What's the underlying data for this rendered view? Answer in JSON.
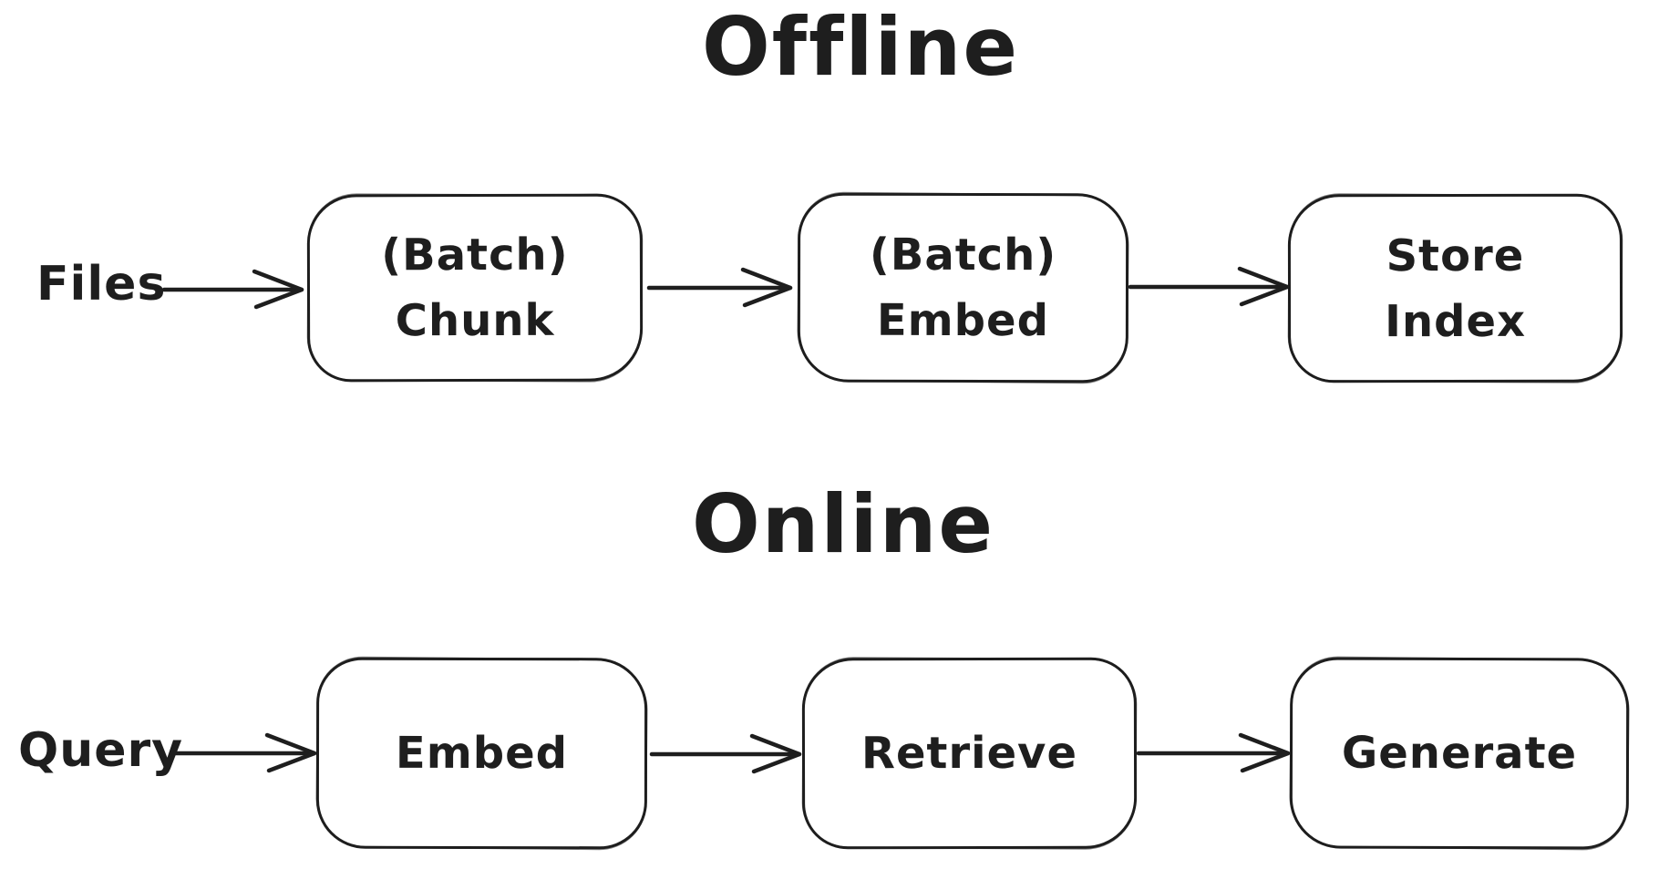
{
  "canvas": {
    "background_color": "#ffffff",
    "stroke_color": "#1e1e1e",
    "style": "hand-drawn sketch (whiteboard) flow diagram"
  },
  "offline": {
    "title": "Offline",
    "source_label": "Files",
    "nodes": [
      {
        "id": "batch-chunk",
        "lines": [
          "(Batch)",
          "Chunk"
        ]
      },
      {
        "id": "batch-embed",
        "lines": [
          "(Batch)",
          "Embed"
        ]
      },
      {
        "id": "store-index",
        "lines": [
          "Store",
          "Index"
        ]
      }
    ],
    "edges": [
      {
        "from": "Files",
        "to": "(Batch) Chunk"
      },
      {
        "from": "(Batch) Chunk",
        "to": "(Batch) Embed"
      },
      {
        "from": "(Batch) Embed",
        "to": "Store Index"
      }
    ]
  },
  "online": {
    "title": "Online",
    "source_label": "Query",
    "nodes": [
      {
        "id": "embed",
        "lines": [
          "Embed"
        ]
      },
      {
        "id": "retrieve",
        "lines": [
          "Retrieve"
        ]
      },
      {
        "id": "generate",
        "lines": [
          "Generate"
        ]
      }
    ],
    "edges": [
      {
        "from": "Query",
        "to": "Embed"
      },
      {
        "from": "Embed",
        "to": "Retrieve"
      },
      {
        "from": "Retrieve",
        "to": "Generate"
      }
    ]
  }
}
